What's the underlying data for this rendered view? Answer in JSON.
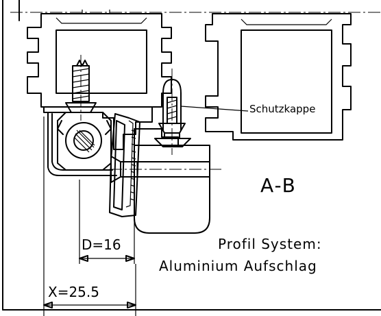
{
  "drawing": {
    "callout": "Schutzkappe",
    "section": "A-B",
    "caption_line1": "Profil System:",
    "caption_line2": "Aluminium Aufschlag",
    "dim_d": "D=16",
    "dim_x": "X=25.5"
  }
}
